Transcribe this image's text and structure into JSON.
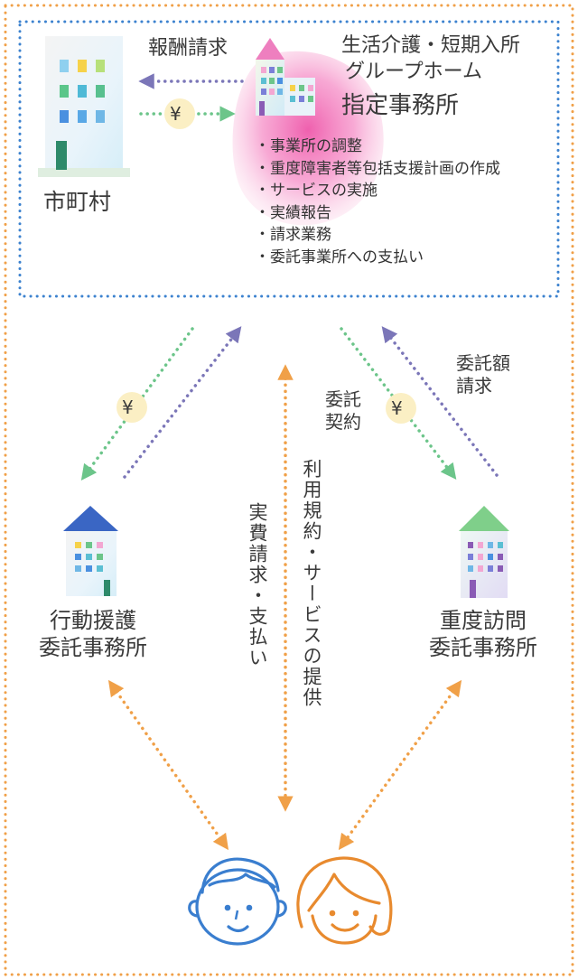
{
  "facility": {
    "title_line1": "生活介護・短期入所",
    "title_line2": "グループホーム",
    "title_line3": "指定事務所",
    "tasks": [
      "事業所の調整",
      "重度障害者等包括支援計画の作成",
      "サービスの実施",
      "実績報告",
      "請求業務",
      "委託事業所への支払い"
    ]
  },
  "municipality": {
    "label": "市町村"
  },
  "arrows": {
    "fee_request": "報酬請求",
    "yen": "¥",
    "contract": "委託\n契約",
    "commission_request": "委託額\n請求",
    "expense_request": "実費請求・支払い",
    "usage_contract": "利用規約・サービスの提供"
  },
  "branches": {
    "left": "行動援護\n委託事務所",
    "right": "重度訪問\n委託事務所"
  },
  "colors": {
    "orange": "#f0a048",
    "blue_dots": "#3c82cf",
    "purple": "#7b76b8",
    "green": "#6cc58a",
    "pink": "#f06ab5",
    "yen_circle": "#fbefc4",
    "face_blue": "#3a7ecf",
    "face_orange": "#e88a2e"
  }
}
